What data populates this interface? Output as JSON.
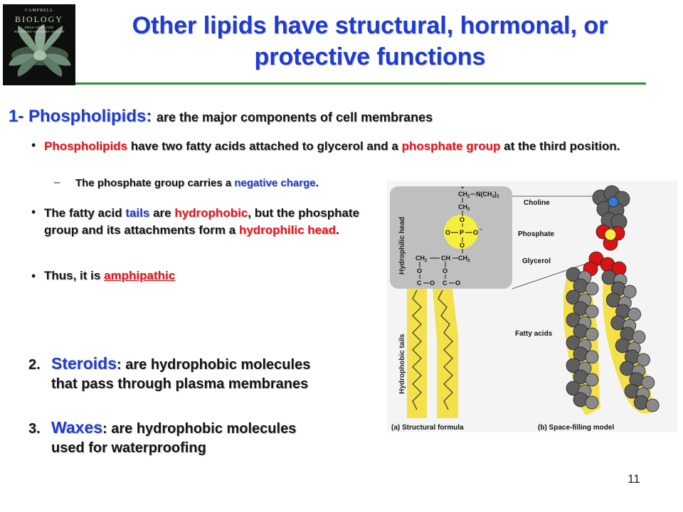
{
  "slide": {
    "title_line1": "Other lipids have structural, hormonal, or",
    "title_line2": "protective functions",
    "page_number": "11"
  },
  "cover": {
    "publisher": "CAMPBELL",
    "subject": "BIOLOGY",
    "authors": "REECE • URRY • CAIN",
    "authors2": "WASSERMAN • MINORSKY • JACKSON"
  },
  "section1": {
    "heading": "1- Phospholipids:",
    "heading_desc": "are the major components of cell membranes",
    "bullet1": {
      "w1": "Phospholipids",
      "t1": " have two fatty acids attached to glycerol and a ",
      "w2": "phosphate group",
      "t2": " at the third position."
    },
    "sub1": {
      "t1": "The phosphate group carries a ",
      "w1": "negative charge",
      "t2": "."
    },
    "bullet2": {
      "t1": "The fatty acid ",
      "w1": "tails",
      "t2": " are ",
      "w2": "hydrophobic",
      "t3": ", but the phosphate group and its attachments form a ",
      "w3": "hydrophilic head",
      "t4": "."
    },
    "bullet3": {
      "t1": "Thus, it is ",
      "w1": "amphipathic"
    }
  },
  "section2": {
    "number": "2.",
    "term": "Steroids",
    "line1": ": are hydrophobic molecules",
    "line2": "that pass through plasma membranes"
  },
  "section3": {
    "number": "3.",
    "term": "Waxes",
    "line1": ": are hydrophobic molecules",
    "line2": "used for waterproofing"
  },
  "figure": {
    "hydrophilic_label": "Hydrophilic head",
    "hydrophobic_label": "Hydrophobic tails",
    "choline": "Choline",
    "phosphate": "Phosphate",
    "glycerol": "Glycerol",
    "fatty_acids": "Fatty acids",
    "caption_a": "(a) Structural formula",
    "caption_b": "(b) Space-filling model",
    "atom_ch2": "CH",
    "atom_n": "N(CH",
    "atom_o": "O",
    "atom_p": "P",
    "atom_c": "C",
    "atom_ch": "CH",
    "charge_plus": "+",
    "charge_minus": "–",
    "sub_2": "2",
    "sub_3": "3"
  },
  "colors": {
    "title_blue": "#1f3bd0",
    "rule_green": "#2f8f35",
    "emphasis_red": "#e8141c",
    "head_gray": "#bfbfbf",
    "tail_yellow": "#f3e04a",
    "oxygen_red": "#d81414",
    "carbon_gray": "#5e5e5e",
    "nitrogen_blue": "#2e7bd6"
  }
}
